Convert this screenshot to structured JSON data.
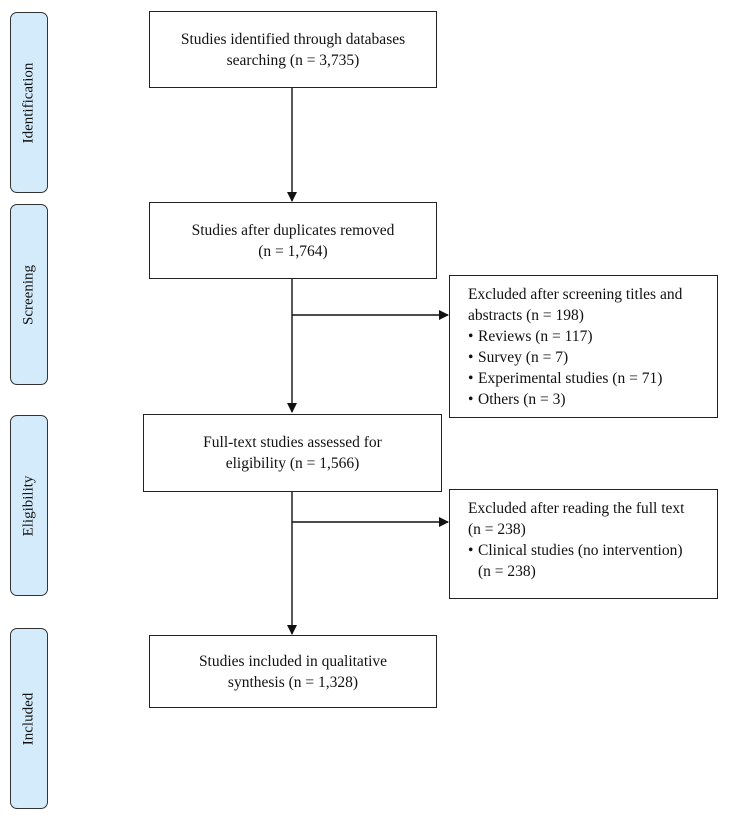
{
  "phases": {
    "identification": "Identification",
    "screening": "Screening",
    "eligibility": "Eligibility",
    "included": "Included"
  },
  "boxes": {
    "identified": {
      "line1": "Studies identified through databases",
      "line2": "searching (n = 3,735)"
    },
    "duplicates_removed": {
      "line1": "Studies after duplicates removed",
      "line2": "(n = 1,764)"
    },
    "excluded_screening": {
      "line1": "Excluded after screening titles and",
      "line2": "abstracts (n = 198)",
      "bullets": [
        "Reviews (n = 117)",
        "Survey (n = 7)",
        "Experimental studies (n = 71)",
        "Others (n = 3)"
      ]
    },
    "full_text": {
      "line1": "Full-text studies assessed for",
      "line2": "eligibility (n = 1,566)"
    },
    "excluded_full_text": {
      "line1": "Excluded after reading the full text",
      "line2": "(n = 238)",
      "bullet": "Clinical studies (no intervention)",
      "bullet_cont": "(n = 238)"
    },
    "included": {
      "line1": "Studies included in qualitative",
      "line2": "synthesis (n = 1,328)"
    }
  },
  "bullet_glyph": "•"
}
